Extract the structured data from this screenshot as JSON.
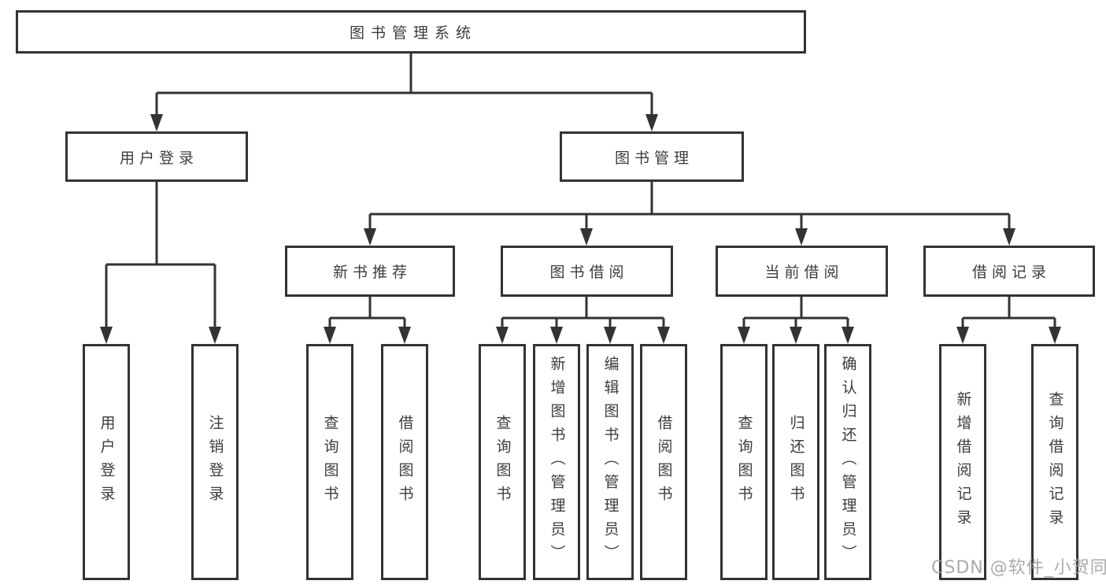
{
  "tree": {
    "root": {
      "label": "图书管理系统"
    },
    "branches": [
      {
        "label": "用户登录",
        "children": [
          {
            "label": "用户登录"
          },
          {
            "label": "注销登录"
          }
        ]
      },
      {
        "label": "图书管理",
        "children": [
          {
            "label": "新书推荐",
            "children": [
              {
                "label": "查询图书"
              },
              {
                "label": "借阅图书"
              }
            ]
          },
          {
            "label": "图书借阅",
            "children": [
              {
                "label": "查询图书"
              },
              {
                "label": "新增图书（管理员）"
              },
              {
                "label": "编辑图书（管理员）"
              },
              {
                "label": "借阅图书"
              }
            ]
          },
          {
            "label": "当前借阅",
            "children": [
              {
                "label": "查询图书"
              },
              {
                "label": "归还图书"
              },
              {
                "label": "确认归还（管理员）"
              }
            ]
          },
          {
            "label": "借阅记录",
            "children": [
              {
                "label": "新增借阅记录"
              },
              {
                "label": "查询借阅记录"
              }
            ]
          }
        ]
      }
    ]
  },
  "watermark": "CSDN @软件_小贺同学",
  "colors": {
    "line": "#333333",
    "box_border": "#333333",
    "text": "#3c3c3c",
    "background": "#ffffff",
    "watermark": "#9e9e9e"
  }
}
